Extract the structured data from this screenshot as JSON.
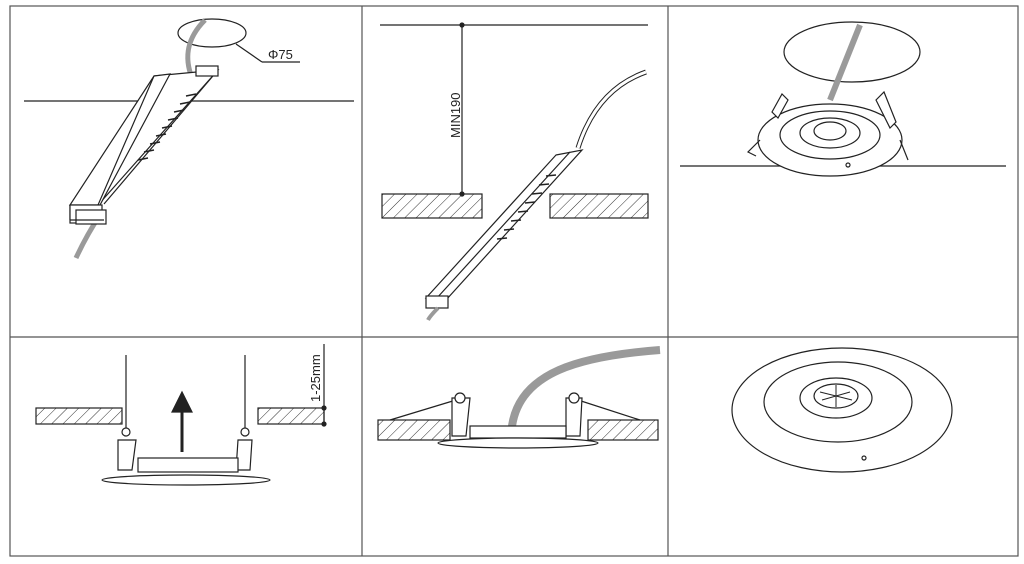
{
  "panels": [
    {
      "id": "step-1",
      "label": "Φ75"
    },
    {
      "id": "step-2",
      "label": "MIN190"
    },
    {
      "id": "step-3"
    },
    {
      "id": "step-4",
      "label": "1-25mm"
    },
    {
      "id": "step-5"
    },
    {
      "id": "step-6"
    }
  ],
  "colors": {
    "line": "#222222",
    "cable": "#9a9a9a",
    "grid": "#555555"
  }
}
